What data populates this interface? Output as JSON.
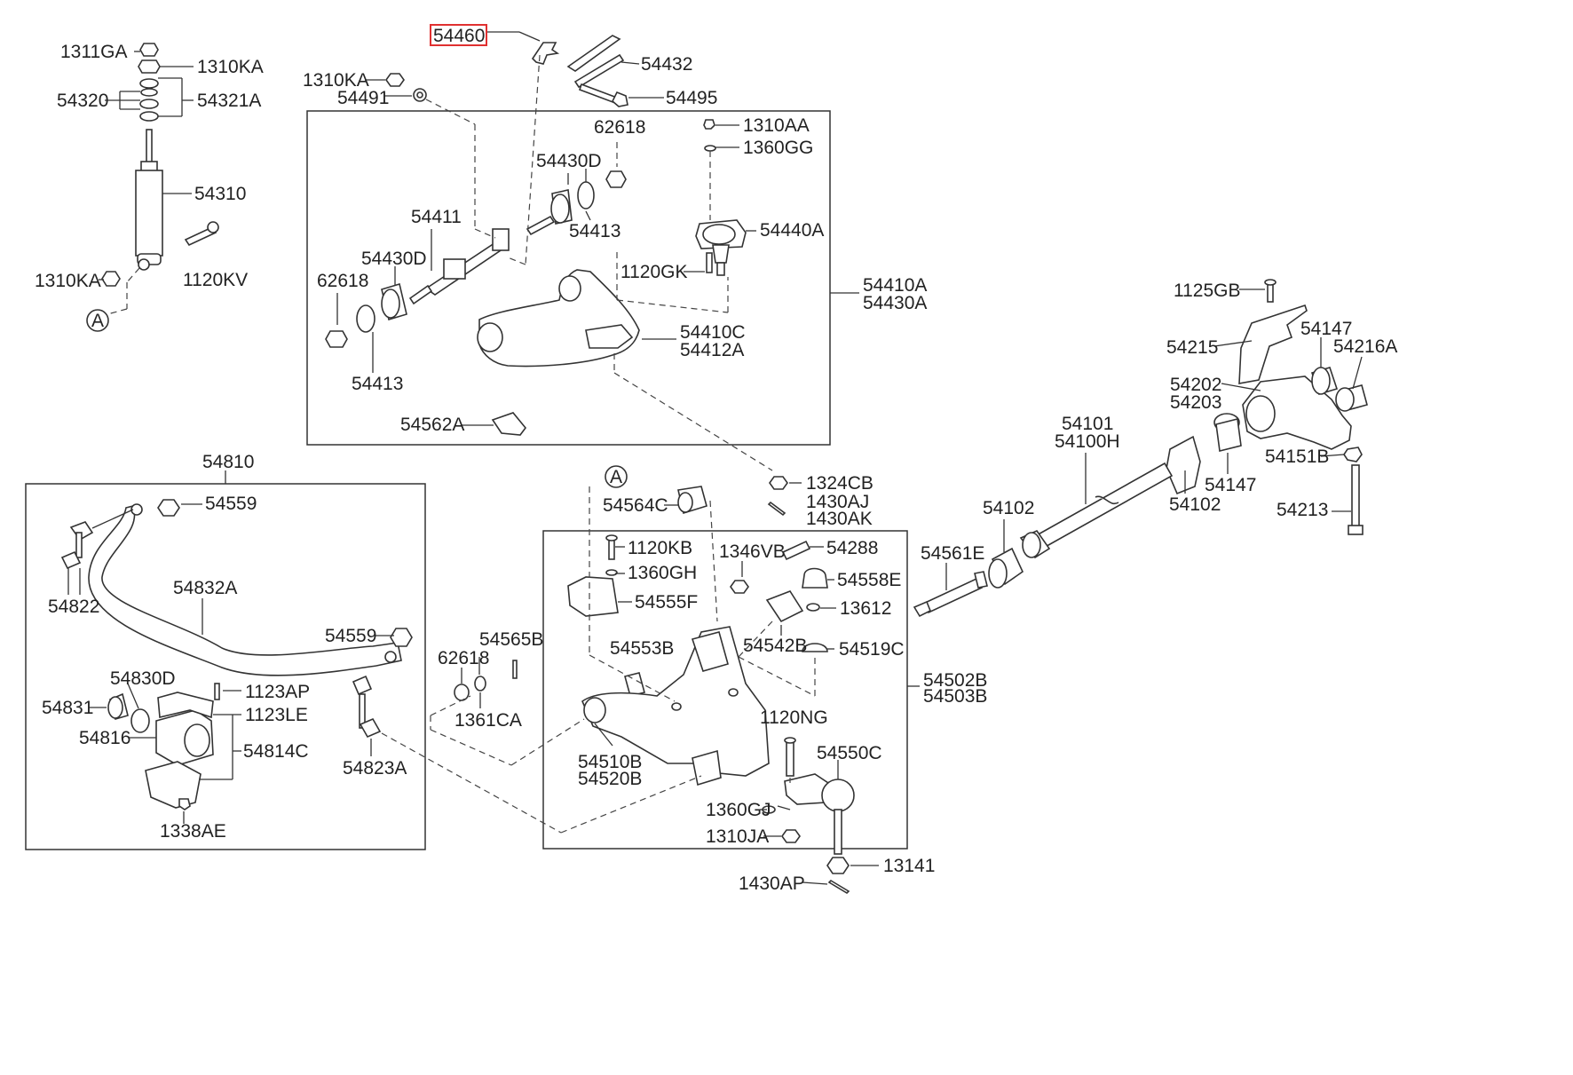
{
  "highlight_color": "#e03030",
  "highlighted_part": "54460",
  "labels": {
    "l_1311GA": "1311GA",
    "l_1310KA_a": "1310KA",
    "l_54320": "54320",
    "l_54321A": "54321A",
    "l_54310": "54310",
    "l_1120KV": "1120KV",
    "l_1310KA_b": "1310KA",
    "l_A_top": "A",
    "l_54460": "54460",
    "l_54432": "54432",
    "l_54495": "54495",
    "l_1310KA_c": "1310KA",
    "l_54491": "54491",
    "l_62618_a": "62618",
    "l_54430D_a": "54430D",
    "l_54413_a": "54413",
    "l_54411": "54411",
    "l_54430D_b": "54430D",
    "l_62618_b": "62618",
    "l_54413_b": "54413",
    "l_1310AA": "1310AA",
    "l_1360GG": "1360GG",
    "l_54440A": "54440A",
    "l_1120GK": "1120GK",
    "l_54410A": "54410A",
    "l_54430A": "54430A",
    "l_54410C": "54410C",
    "l_54412A": "54412A",
    "l_54562A": "54562A",
    "l_1125GB": "1125GB",
    "l_54215": "54215",
    "l_54147_a": "54147",
    "l_54216A": "54216A",
    "l_54202": "54202",
    "l_54203": "54203",
    "l_54101": "54101",
    "l_54100H": "54100H",
    "l_54151B": "54151B",
    "l_54147_b": "54147",
    "l_54102_a": "54102",
    "l_54102_b": "54102",
    "l_54213": "54213",
    "l_1324CB": "1324CB",
    "l_1430AJ": "1430AJ",
    "l_1430AK": "1430AK",
    "l_54810": "54810",
    "l_54559_a": "54559",
    "l_54822": "54822",
    "l_54832A": "54832A",
    "l_54559_b": "54559",
    "l_54830D": "54830D",
    "l_1123AP": "1123AP",
    "l_54831": "54831",
    "l_1123LE": "1123LE",
    "l_54816": "54816",
    "l_54814C": "54814C",
    "l_54823A": "54823A",
    "l_1338AE": "1338AE",
    "l_A_mid": "A",
    "l_54564C": "54564C",
    "l_1120KB": "1120KB",
    "l_1360GH": "1360GH",
    "l_1346VB": "1346VB",
    "l_54288": "54288",
    "l_54558E": "54558E",
    "l_54555F": "54555F",
    "l_13612": "13612",
    "l_54561E": "54561E",
    "l_54565B": "54565B",
    "l_62618_c": "62618",
    "l_54553B": "54553B",
    "l_54542B": "54542B",
    "l_54519C": "54519C",
    "l_1361CA": "1361CA",
    "l_54502B": "54502B",
    "l_54503B": "54503B",
    "l_1120NG": "1120NG",
    "l_54510B": "54510B",
    "l_54520B": "54520B",
    "l_54550C": "54550C",
    "l_1360GJ": "1360GJ",
    "l_1310JA": "1310JA",
    "l_13141": "13141",
    "l_1430AP": "1430AP"
  }
}
